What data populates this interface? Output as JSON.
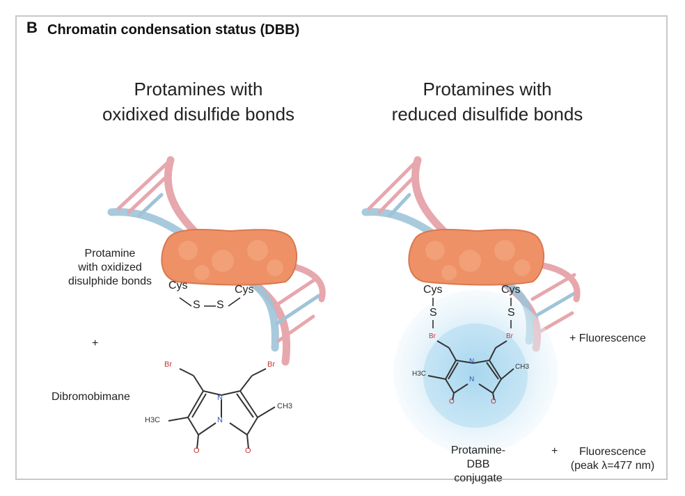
{
  "panel": {
    "letter": "B",
    "title": "Chromatin condensation status (DBB)"
  },
  "left": {
    "heading_line1": "Protamines with",
    "heading_line2": "oxidixed disulfide bonds",
    "protamine_label": [
      "Protamine",
      "with oxidized",
      "disulphide bonds"
    ],
    "plus": "+",
    "reagent_label": "Dibromobimane",
    "cys1": "Cys",
    "cys2": "Cys",
    "s1": "S",
    "s2": "S",
    "atoms": {
      "br1": "Br",
      "br2": "Br",
      "n1": "N",
      "n2": "N",
      "h3c": "H3C",
      "ch3": "CH3",
      "o1": "O",
      "o2": "O"
    }
  },
  "right": {
    "heading_line1": "Protamines with",
    "heading_line2": "reduced disulfide bonds",
    "cys1": "Cys",
    "cys2": "Cys",
    "s1": "S",
    "s2": "S",
    "fluorescence_top": "+  Fluorescence",
    "conjugate_label": [
      "Protamine-DBB",
      "conjugate"
    ],
    "plus": "+",
    "fluorescence_bottom": [
      "Fluorescence",
      "(peak λ=477 nm)"
    ],
    "atoms": {
      "br1": "Br",
      "br2": "Br",
      "n1": "N",
      "n2": "N",
      "h3c": "H3C",
      "ch3": "CH3",
      "o1": "O",
      "o2": "O"
    }
  },
  "colors": {
    "protamine": "#ee9166",
    "dna_pink": "#e6a7ad",
    "dna_blue": "#9fc4d8",
    "glow": "#cfe8f5",
    "nitrogen": "#3355bb",
    "bromine": "#cc3333",
    "oxygen": "#cc3333"
  }
}
